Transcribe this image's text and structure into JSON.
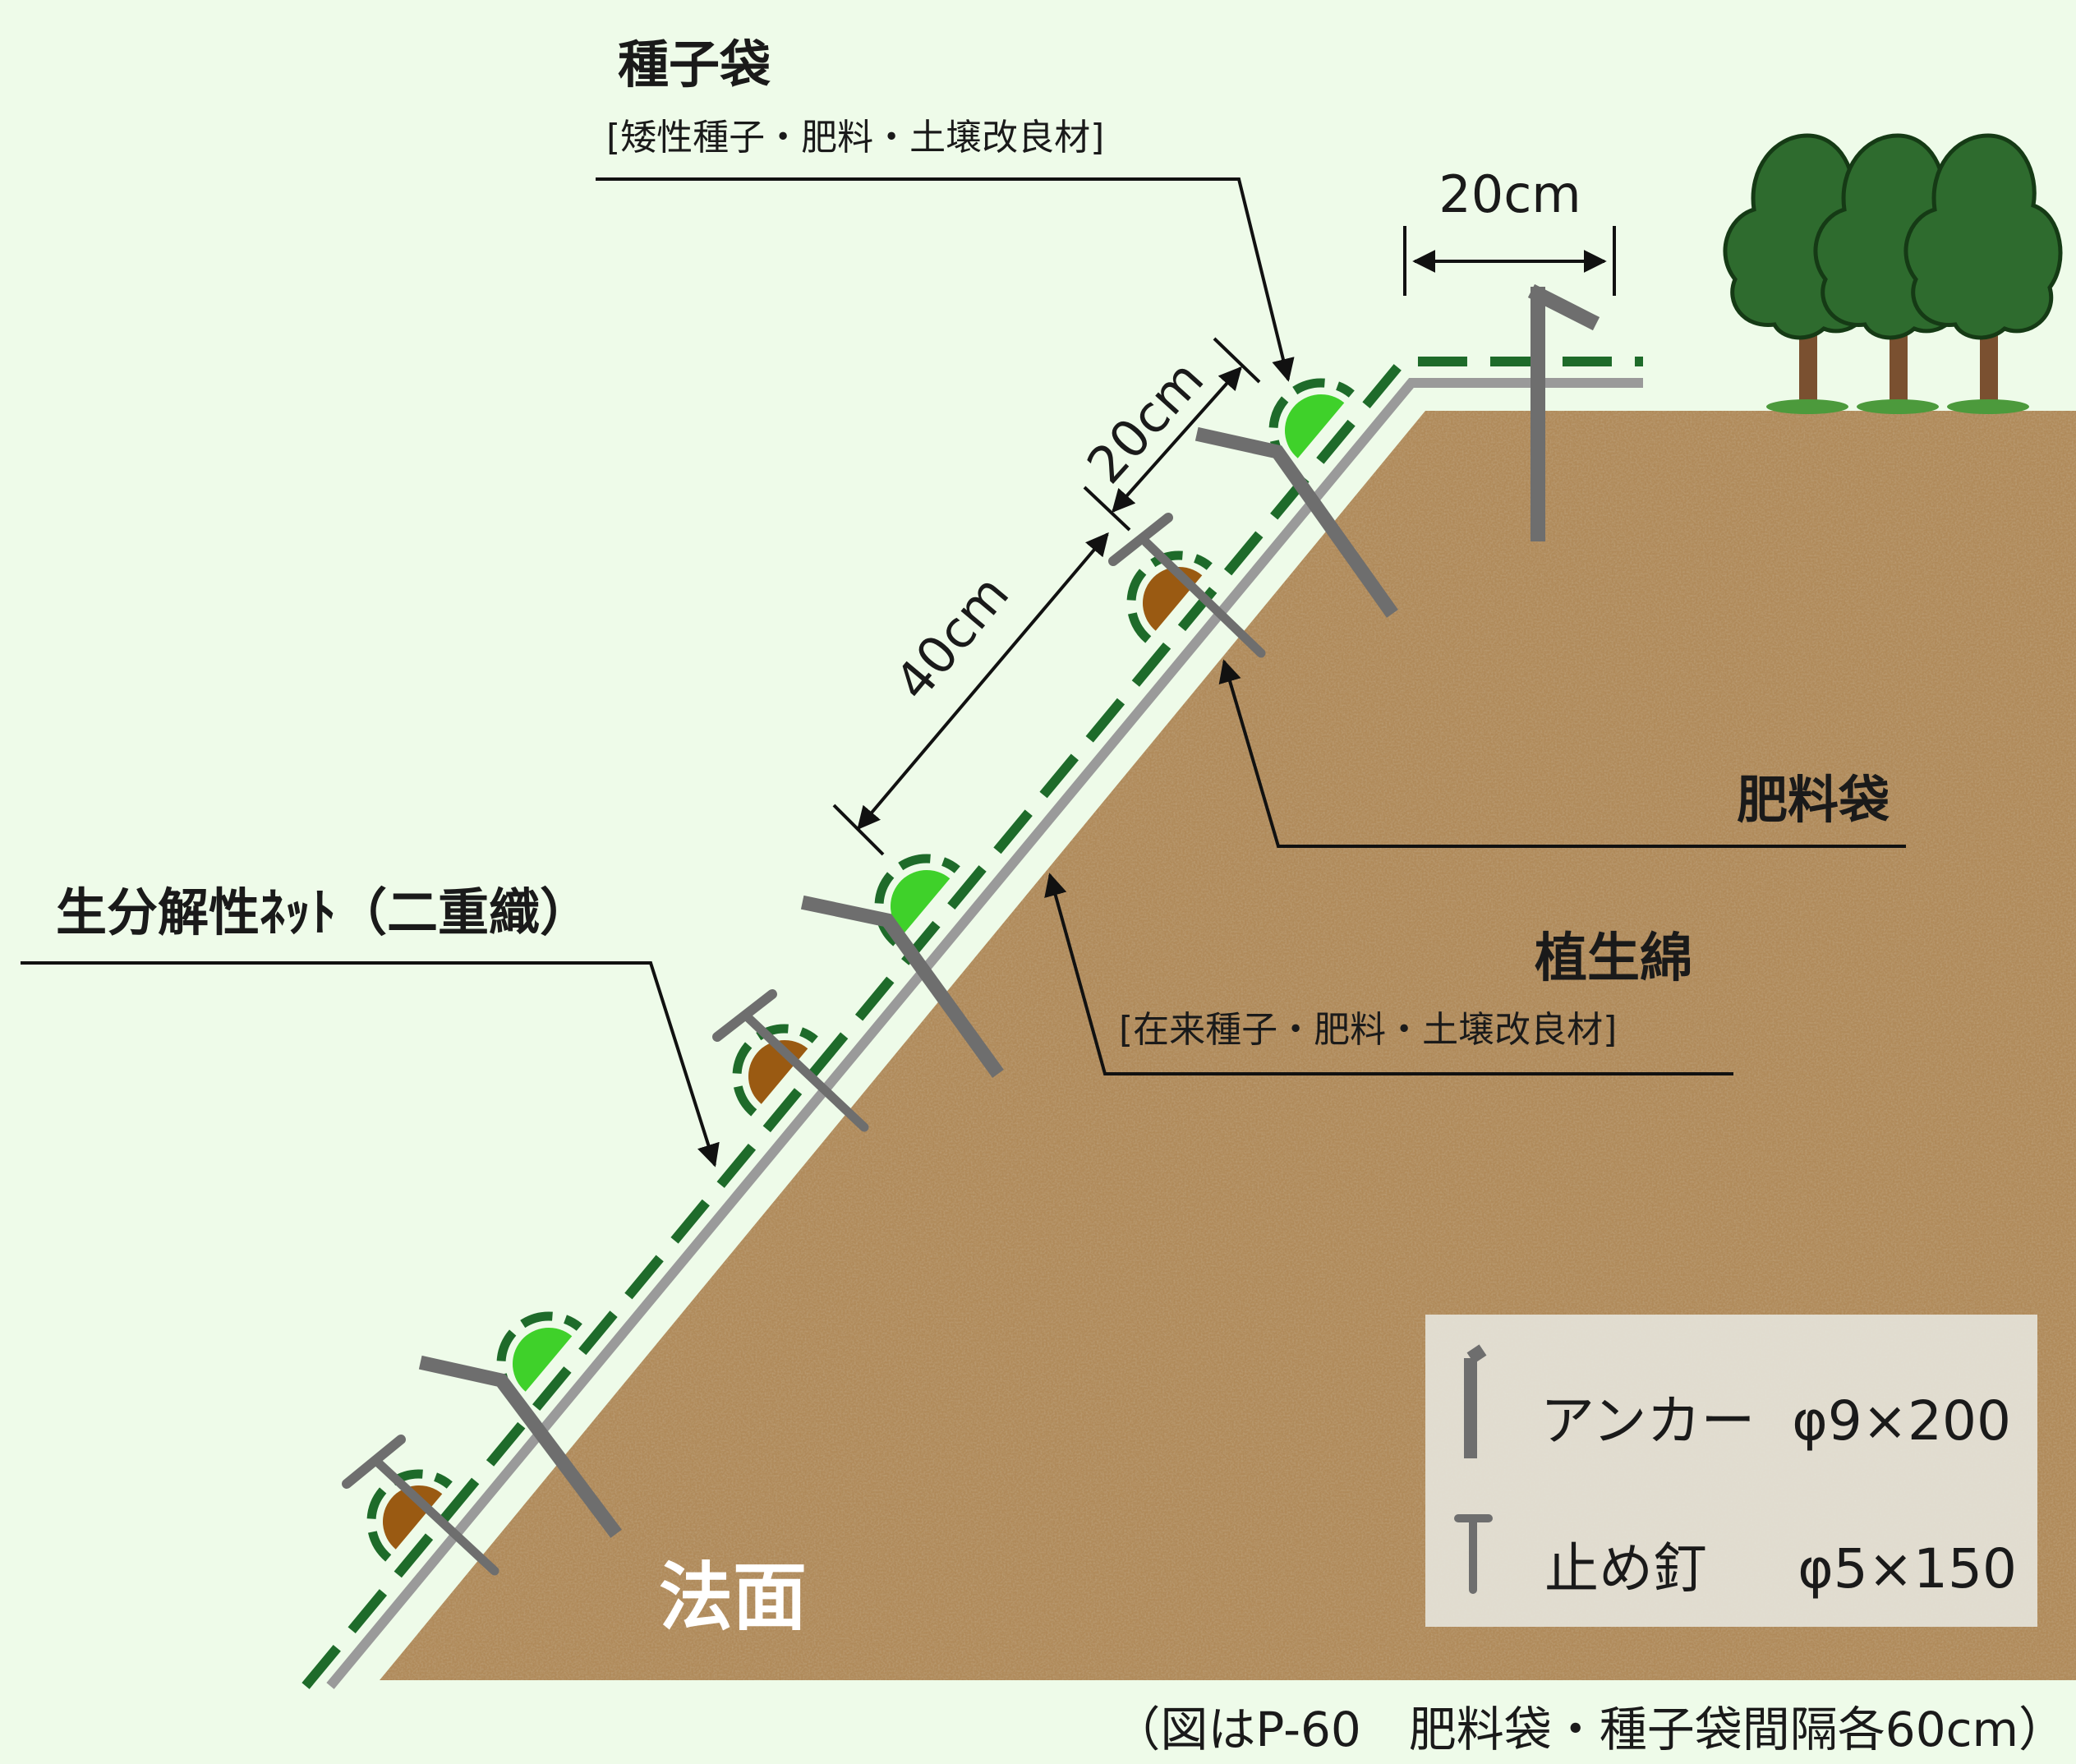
{
  "labels": {
    "seed_bag_title": "種子袋",
    "seed_bag_contents": "[矮性種子・肥料・土壌改良材]",
    "top_spacing": "20cm",
    "slope_spacing_upper": "20cm",
    "slope_spacing_lower": "40cm",
    "fertilizer_bag": "肥料袋",
    "vegetation_mat_title": "植生綿",
    "vegetation_mat_contents": "[在来種子・肥料・土壌改良材]",
    "net": "生分解性ﾈｯﾄ（二重織）",
    "slope_face": "法面",
    "caption": "（図はP-60　肥料袋・種子袋間隔各60cm）"
  },
  "legend": {
    "anchor_label": "アンカー",
    "anchor_spec": "φ9×200",
    "pin_label": "止め釘",
    "pin_spec": "φ5×150"
  },
  "colors": {
    "background": "#eefbe9",
    "soil": "#b08a5a",
    "seed_bag": "#3fd12a",
    "fertilizer_bag": "#9a5a12",
    "net": "#1e6b2a",
    "mat": "#9a9a9a",
    "anchor": "#6e6e6e",
    "tree": "#2e6b2e",
    "trunk": "#7a5030"
  }
}
